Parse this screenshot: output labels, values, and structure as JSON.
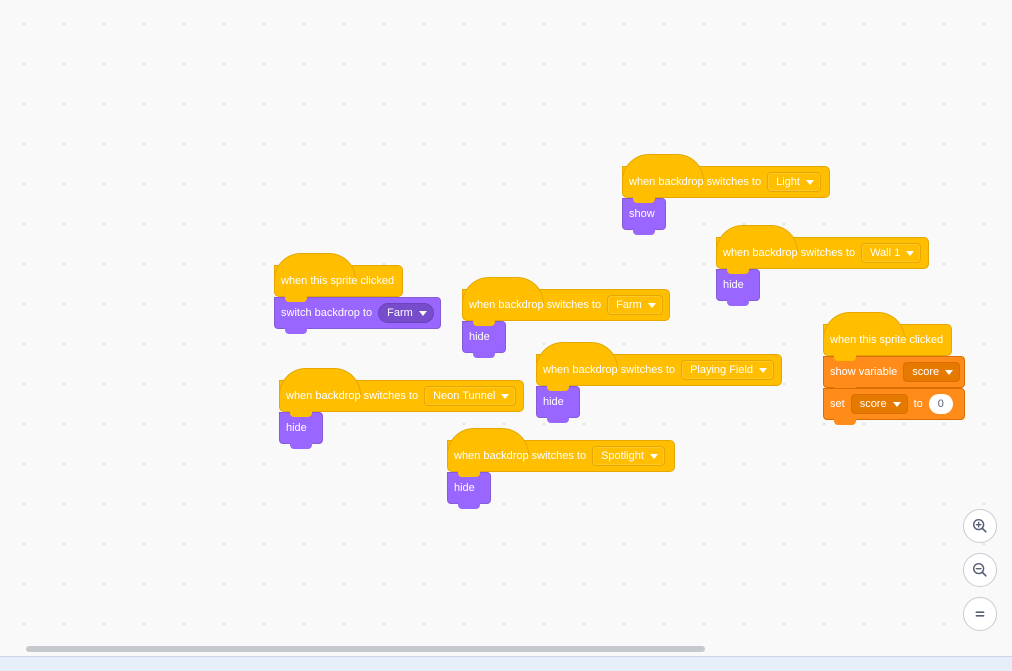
{
  "colors": {
    "events": "#ffbf00",
    "looks": "#9966ff",
    "variables": "#ff8c1a",
    "workspace": "#f9f9f9"
  },
  "scripts": {
    "light": {
      "hat": "when backdrop switches to",
      "backdrop": "Light",
      "action": "show"
    },
    "wall1": {
      "hat": "when backdrop switches to",
      "backdrop": "Wall 1",
      "action": "hide"
    },
    "sprite_clicked": {
      "hat": "when this sprite clicked",
      "action": "switch backdrop to",
      "backdrop": "Farm"
    },
    "farm": {
      "hat": "when backdrop switches to",
      "backdrop": "Farm",
      "action": "hide"
    },
    "playing_field": {
      "hat": "when backdrop switches to",
      "backdrop": "Playing Field",
      "action": "hide"
    },
    "neon_tunnel": {
      "hat": "when backdrop switches to",
      "backdrop": "Neon Tunnel",
      "action": "hide"
    },
    "spotlight": {
      "hat": "when backdrop switches to",
      "backdrop": "Spotlight",
      "action": "hide"
    },
    "score": {
      "hat": "when this sprite clicked",
      "show_label": "show variable",
      "show_var": "score",
      "set_label": "set",
      "set_var": "score",
      "to_label": "to",
      "value": "0"
    }
  },
  "zoom_controls": [
    "zoom-in-icon",
    "zoom-out-icon",
    "zoom-reset-icon"
  ]
}
